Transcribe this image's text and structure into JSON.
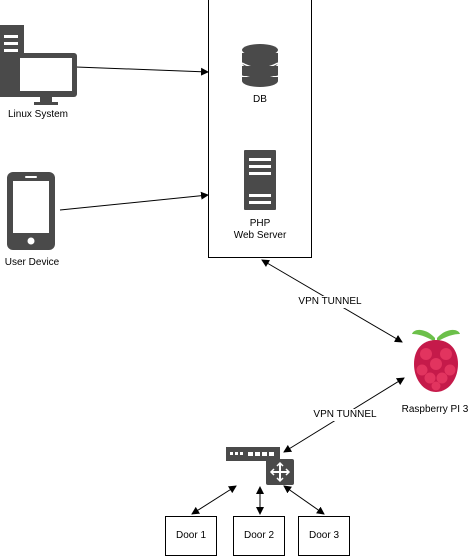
{
  "nodes": {
    "linux_system": {
      "label": "Linux System",
      "icon": "desktop-computer-icon"
    },
    "user_device": {
      "label": "User Device",
      "icon": "smartphone-icon"
    },
    "db": {
      "label": "DB",
      "icon": "database-icon"
    },
    "web_server": {
      "label_line1": "PHP",
      "label_line2": "Web Server",
      "icon": "server-icon"
    },
    "raspberry_pi": {
      "label": "Raspberry PI 3",
      "icon": "raspberry-icon"
    },
    "network_switch": {
      "icon": "network-switch-icon"
    },
    "doors": [
      {
        "label": "Door 1"
      },
      {
        "label": "Door 2"
      },
      {
        "label": "Door 3"
      }
    ]
  },
  "edges": {
    "vpn_tunnel_top": "VPN TUNNEL",
    "vpn_tunnel_bottom": "VPN TUNNEL"
  },
  "colors": {
    "icon_gray": "#4a4a4a",
    "raspberry_red": "#c51a4a",
    "raspberry_leaf": "#6cc04a"
  }
}
